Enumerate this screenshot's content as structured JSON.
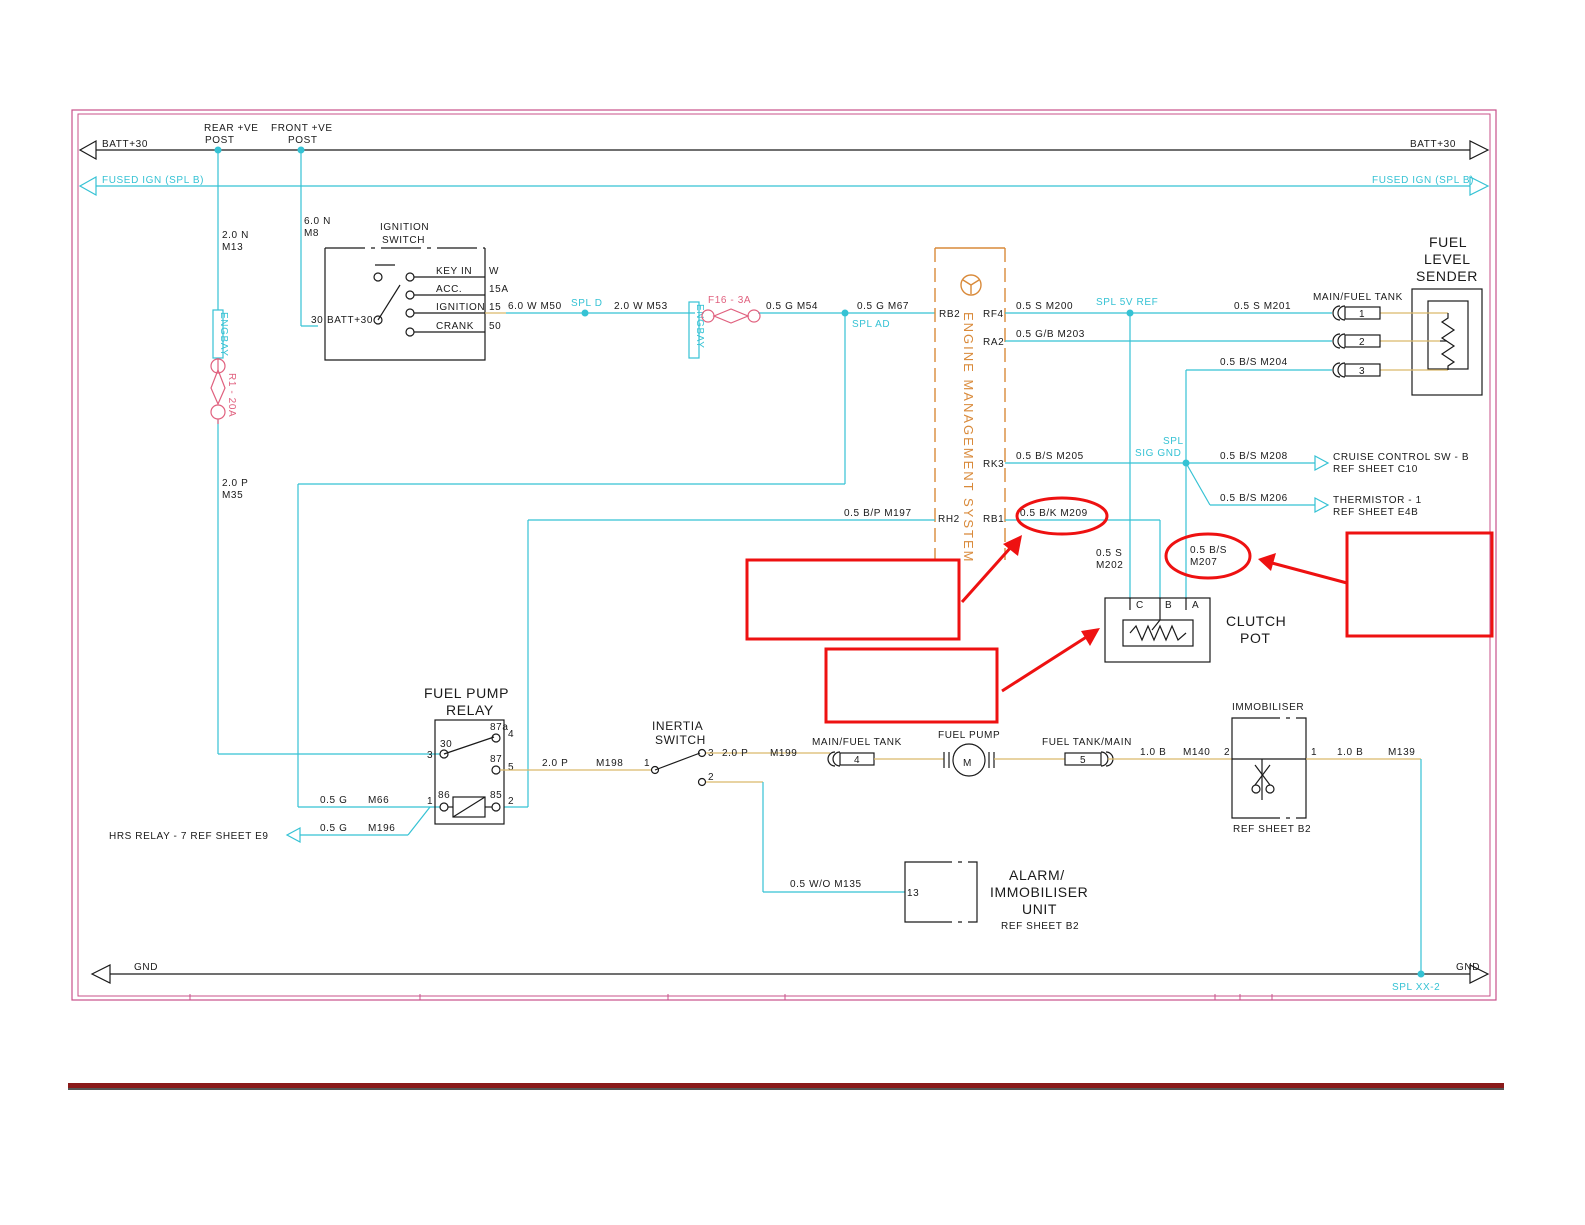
{
  "rails": {
    "batt_left": "BATT+30",
    "batt_right": "BATT+30",
    "fused_left": "FUSED IGN (SPL B)",
    "fused_right": "FUSED IGN (SPL B)",
    "gnd_left": "GND",
    "gnd_right": "GND",
    "gnd_splice": "SPL XX-2"
  },
  "posts": {
    "rear_1": "REAR +VE",
    "rear_2": "POST",
    "front_1": "FRONT +VE",
    "front_2": "POST"
  },
  "wires": {
    "m8_a": "6.0 N",
    "m8_b": "M8",
    "m13_a": "2.0 N",
    "m13_b": "M13",
    "m35_a": "2.0 P",
    "m35_b": "M35",
    "m50": "6.0 W M50",
    "spl_d": "SPL D",
    "m53": "2.0 W M53",
    "m54": "0.5 G M54",
    "m67": "0.5 G M67",
    "spl_ad": "SPL AD",
    "m200": "0.5 S M200",
    "spl_5v": "SPL 5V REF",
    "m201": "0.5 S M201",
    "m203": "0.5 G/B M203",
    "m204": "0.5 B/S M204",
    "m205": "0.5 B/S M205",
    "spl_sig_1": "SPL",
    "spl_sig_2": "SIG GND",
    "m208": "0.5 B/S M208",
    "m206": "0.5 B/S M206",
    "m197": "0.5 B/P M197",
    "m209": "0.5 B/K M209",
    "m202_a": "0.5 S",
    "m202_b": "M202",
    "m207_a": "0.5 B/S",
    "m207_b": "M207",
    "m66_a": "0.5 G",
    "m66_b": "M66",
    "m196_a": "0.5 G",
    "m196_b": "M196",
    "m198_a": "2.0 P",
    "m198_b": "M198",
    "m199_a": "2.0 P",
    "m199_b": "M199",
    "m140_a": "1.0 B",
    "m140_b": "M140",
    "m139_a": "1.0 B",
    "m139_b": "M139",
    "m135": "0.5 W/O M135"
  },
  "ignition_switch": {
    "title_1": "IGNITION",
    "title_2": "SWITCH",
    "batt": "BATT+30",
    "pin_30": "30",
    "positions": [
      "KEY IN",
      "ACC.",
      "IGNITION",
      "CRANK"
    ],
    "terminals": [
      "W",
      "15A",
      "15",
      "50"
    ]
  },
  "fuses": {
    "f16": "F16 - 3A",
    "r1": "R1 - 20A",
    "holder_1": "ENGBAY",
    "holder_2": "ENGBAY"
  },
  "ems": {
    "title": "ENGINE MANAGEMENT SYSTEM",
    "pins": [
      "RB2",
      "RF4",
      "RA2",
      "RK3",
      "RH2",
      "RB1"
    ]
  },
  "fuel_level_sender": {
    "title_1": "FUEL",
    "title_2": "LEVEL",
    "title_3": "SENDER",
    "connector": "MAIN/FUEL TANK",
    "pins": [
      "1",
      "2",
      "3"
    ]
  },
  "references": {
    "cruise_1": "CRUISE CONTROL SW - B",
    "cruise_2": "REF SHEET C10",
    "thermistor_1": "THERMISTOR - 1",
    "thermistor_2": "REF SHEET E4B",
    "hrs_relay": "HRS RELAY - 7 REF SHEET E9"
  },
  "clutch_pot": {
    "title_1": "CLUTCH",
    "title_2": "POT",
    "pins": [
      "C",
      "B",
      "A"
    ]
  },
  "fuel_pump_relay": {
    "title_1": "FUEL PUMP",
    "title_2": "RELAY",
    "pins_left": [
      "3",
      "1"
    ],
    "pins_right": [
      "4",
      "5",
      "2"
    ],
    "terms": [
      "30",
      "87a",
      "87",
      "86",
      "85"
    ]
  },
  "inertia_switch": {
    "title_1": "INERTIA",
    "title_2": "SWITCH",
    "pins": [
      "1",
      "3",
      "2"
    ]
  },
  "connectors": {
    "main_fuel": "MAIN/FUEL TANK",
    "main_fuel_pin": "4",
    "fuel_tank_main": "FUEL TANK/MAIN",
    "fuel_tank_main_pin": "5"
  },
  "fuel_pump": {
    "title": "FUEL PUMP",
    "motor": "M"
  },
  "immobiliser": {
    "title": "IMMOBILISER",
    "ref": "REF SHEET B2",
    "pin_left": "2",
    "pin_right": "1"
  },
  "alarm_unit": {
    "title_1": "ALARM/",
    "title_2": "IMMOBILISER",
    "title_3": "UNIT",
    "ref": "REF SHEET B2",
    "pin": "13"
  },
  "annotation_boxes": [
    "",
    "",
    ""
  ]
}
